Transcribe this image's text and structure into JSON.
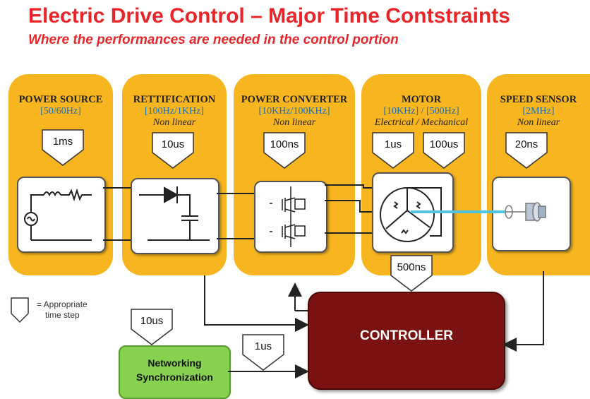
{
  "title": "Electric Drive Control – Major Time Contstraints",
  "subtitle": "Where the performances are needed in the control portion",
  "stages": [
    {
      "name": "POWER SOURCE",
      "rate": "[50/60Hz]",
      "nonlinear": "",
      "time_step": "1ms"
    },
    {
      "name": "RETTIFICATION",
      "rate": "[100Hz/1KHz]",
      "nonlinear": "Non linear",
      "time_step": "10us"
    },
    {
      "name": "POWER CONVERTER",
      "rate": "[10KHz/100KHz]",
      "nonlinear": "Non linear",
      "time_step": "100ns"
    },
    {
      "name": "MOTOR",
      "rate": "[10KHz]",
      "rate2": "/ [500Hz]",
      "nonlinear": "Electrical /",
      "nonlinear2": "Mechanical",
      "time_step": "1us",
      "time_step2": "100us",
      "time_step3": "500ns"
    },
    {
      "name": "SPEED SENSOR",
      "rate": "[2MHz]",
      "nonlinear": "Non linear",
      "time_step": "20ns"
    }
  ],
  "controller": {
    "label": "CONTROLLER"
  },
  "networking": {
    "label_line1": "Networking",
    "label_line2": "Synchronization",
    "time_step": "10us",
    "link_time_step": "1us"
  },
  "legend": {
    "line1": "= Appropriate",
    "line2": "time step"
  },
  "colors": {
    "title": "#e8262a",
    "stage_bg": "#f7b520",
    "rate_text": "#1a6fb5",
    "controller": "#7b1212",
    "networking": "#86d14e",
    "shaft": "#4fc3e0"
  }
}
